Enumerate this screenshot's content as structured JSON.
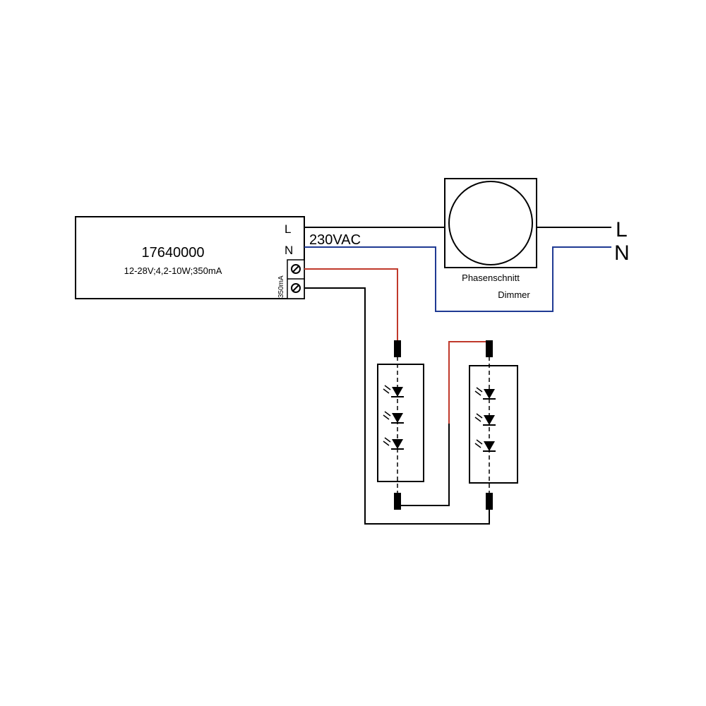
{
  "driver": {
    "model": "17640000",
    "spec": "12-28V;4,2-10W;350mA",
    "terminal_L": "L",
    "terminal_N": "N",
    "output_label": "350mA"
  },
  "mains": {
    "voltage": "230VAC",
    "line_L": "L",
    "line_N": "N"
  },
  "dimmer": {
    "label_line1": "Phasenschnitt",
    "label_line2": "Dimmer"
  },
  "colors": {
    "neutral_wire": "#1f3a93",
    "positive_wire": "#c0392b",
    "line_wire": "#000000"
  }
}
